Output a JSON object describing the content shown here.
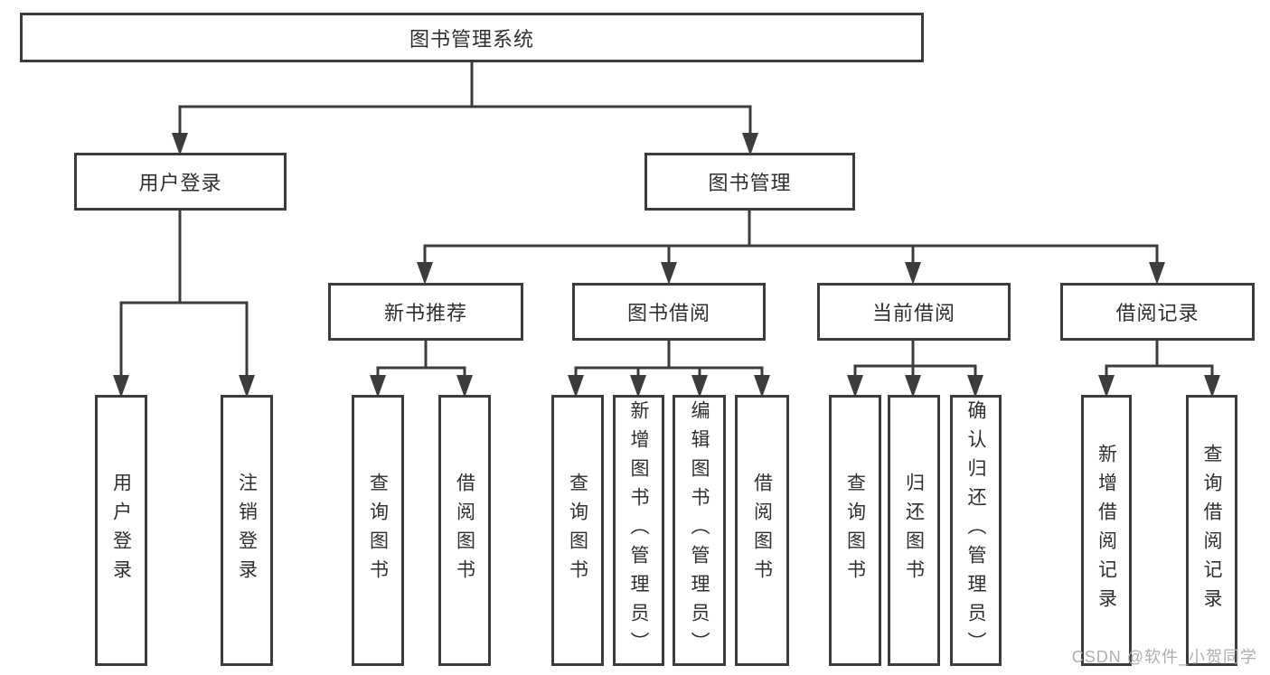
{
  "tree": {
    "root": "图书管理系统",
    "children": [
      {
        "label": "用户登录",
        "children": [
          {
            "label": "用户登录"
          },
          {
            "label": "注销登录"
          }
        ]
      },
      {
        "label": "图书管理",
        "children": [
          {
            "label": "新书推荐",
            "children": [
              {
                "label": "查询图书"
              },
              {
                "label": "借阅图书"
              }
            ]
          },
          {
            "label": "图书借阅",
            "children": [
              {
                "label": "查询图书"
              },
              {
                "label": "新增图书（管理员）"
              },
              {
                "label": "编辑图书（管理员）"
              },
              {
                "label": "借阅图书"
              }
            ]
          },
          {
            "label": "当前借阅",
            "children": [
              {
                "label": "查询图书"
              },
              {
                "label": "归还图书"
              },
              {
                "label": "确认归还（管理员）"
              }
            ]
          },
          {
            "label": "借阅记录",
            "children": [
              {
                "label": "新增借阅记录"
              },
              {
                "label": "查询借阅记录"
              }
            ]
          }
        ]
      }
    ]
  },
  "watermark": {
    "text": "CSDN @软件_小贺同学"
  },
  "colors": {
    "line": "#3c3c3c",
    "text": "#2f2f2f",
    "watermark": "#b0aeae",
    "background": "#ffffff"
  }
}
